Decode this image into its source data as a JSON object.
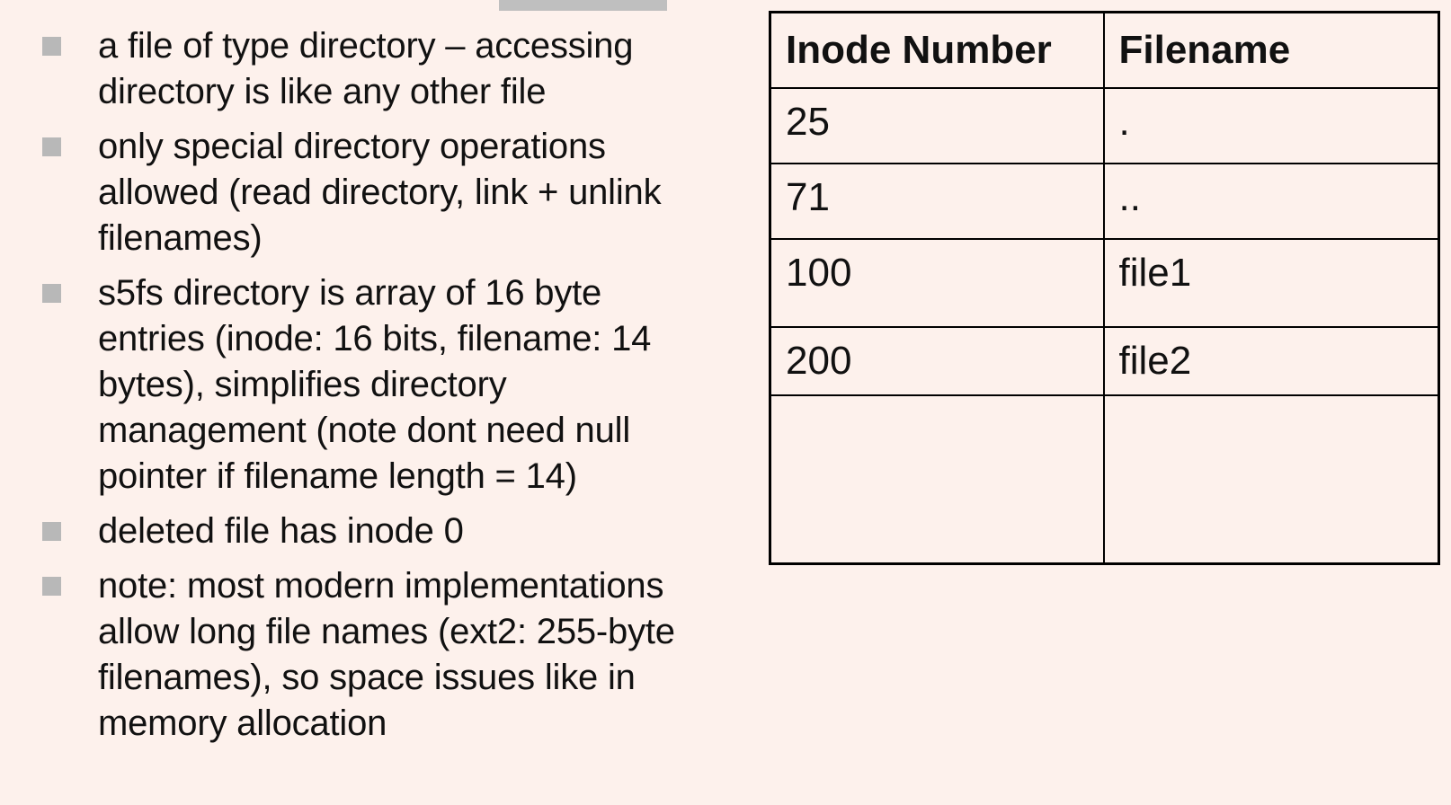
{
  "bullets": [
    {
      "lines": [
        "a file of type directory – accessing",
        "directory is like any other file"
      ]
    },
    {
      "lines": [
        "only special directory operations",
        "allowed (read directory, link + unlink",
        "filenames)"
      ]
    },
    {
      "lines": [
        "s5fs directory is array of 16 byte",
        "entries (inode: 16 bits, filename: 14",
        "bytes), simplifies directory",
        "management (note dont need null",
        "pointer if filename length = 14)"
      ]
    },
    {
      "lines": [
        "deleted file has inode 0"
      ]
    },
    {
      "lines": [
        "note: most modern implementations",
        "allow long file names (ext2: 255-byte",
        "filenames), so space issues like in",
        "memory allocation"
      ]
    }
  ],
  "table": {
    "headers": [
      "Inode Number",
      "Filename"
    ],
    "rows": [
      [
        "25",
        "."
      ],
      [
        "71",
        ".."
      ],
      [
        "100",
        "file1"
      ],
      [
        "200",
        "file2"
      ],
      [
        "",
        ""
      ]
    ]
  }
}
